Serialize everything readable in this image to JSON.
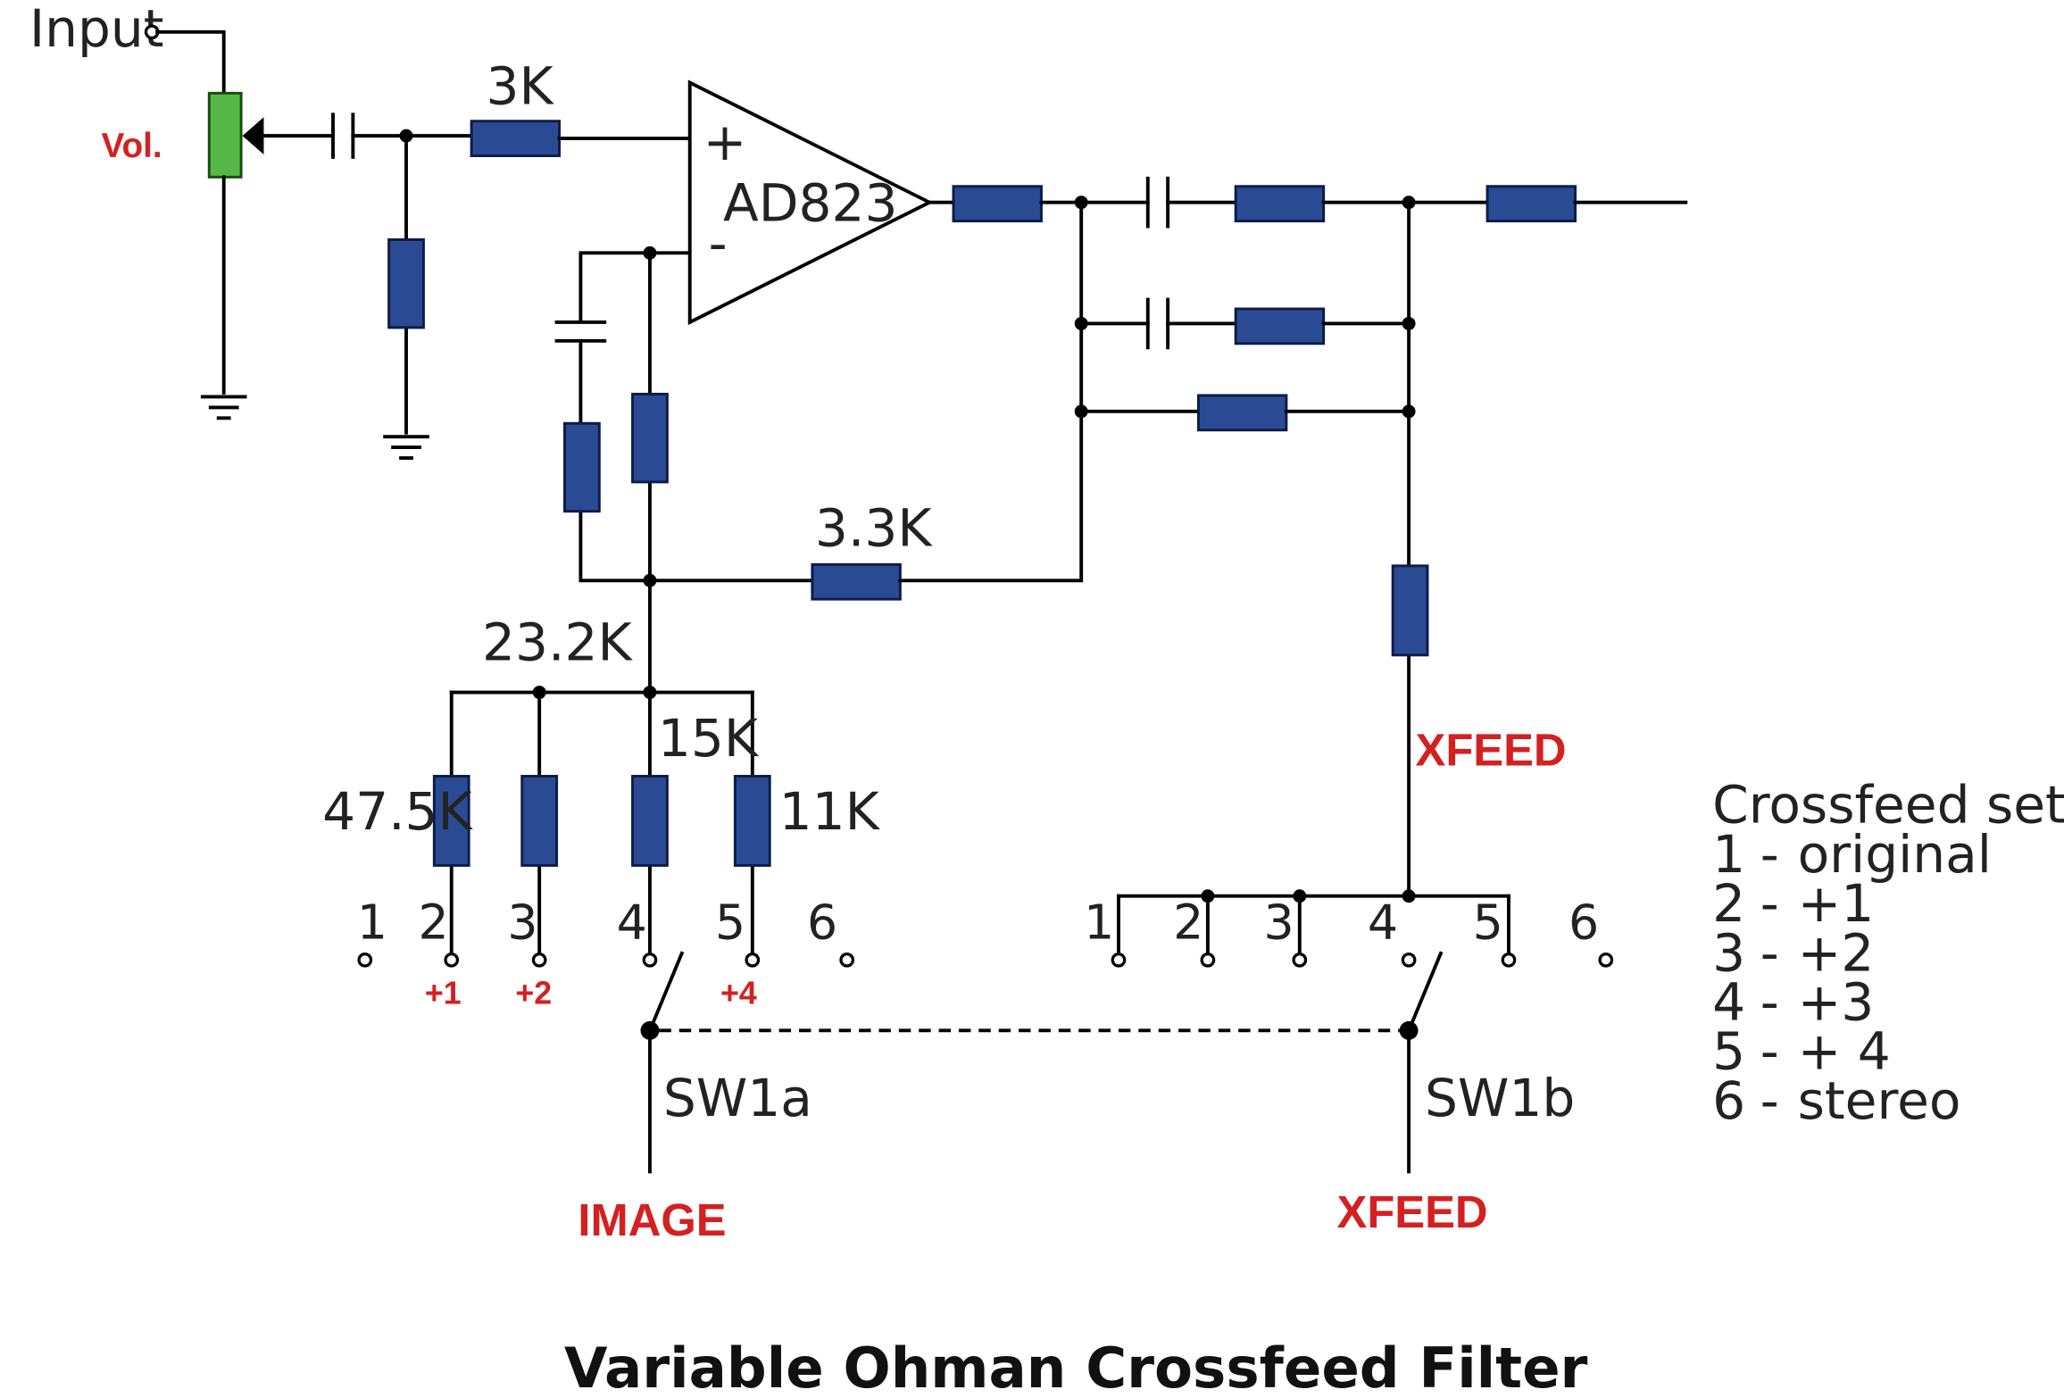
{
  "labels": {
    "input": "Input",
    "volume": "Vol.",
    "r_3k": "3K",
    "opamp": "AD823",
    "opamp_plus": "+",
    "opamp_minus": "-",
    "r_3_3k": "3.3K",
    "r_23_2k": "23.2K",
    "r_15k": "15K",
    "r_47_5k": "47.5K",
    "r_11k": "11K",
    "xfeed_mid": "XFEED",
    "xfeed_bottom": "XFEED",
    "image": "IMAGE",
    "sw1a": "SW1a",
    "sw1b": "SW1b"
  },
  "switch_a": {
    "positions": [
      "1",
      "2",
      "3",
      "4",
      "5",
      "6"
    ],
    "marks": [
      "+1",
      "+2",
      "+4"
    ]
  },
  "switch_b": {
    "positions": [
      "1",
      "2",
      "3",
      "4",
      "5",
      "6"
    ]
  },
  "settings": {
    "title": "Crossfeed settings",
    "items": [
      {
        "pos": "1",
        "sep": "-",
        "value": "original"
      },
      {
        "pos": "2",
        "sep": "-",
        "value": "+1"
      },
      {
        "pos": "3",
        "sep": "-",
        "value": "+2"
      },
      {
        "pos": "4",
        "sep": "-",
        "value": "+3"
      },
      {
        "pos": "5",
        "sep": "-",
        "value": "+ 4"
      },
      {
        "pos": "6",
        "sep": "-",
        "value": "stereo"
      }
    ]
  },
  "title": "Variable Ohman Crossfeed Filter",
  "colors": {
    "resistor": "#2a4b94",
    "potentiometer": "#56b846",
    "highlight": "#d42020"
  }
}
